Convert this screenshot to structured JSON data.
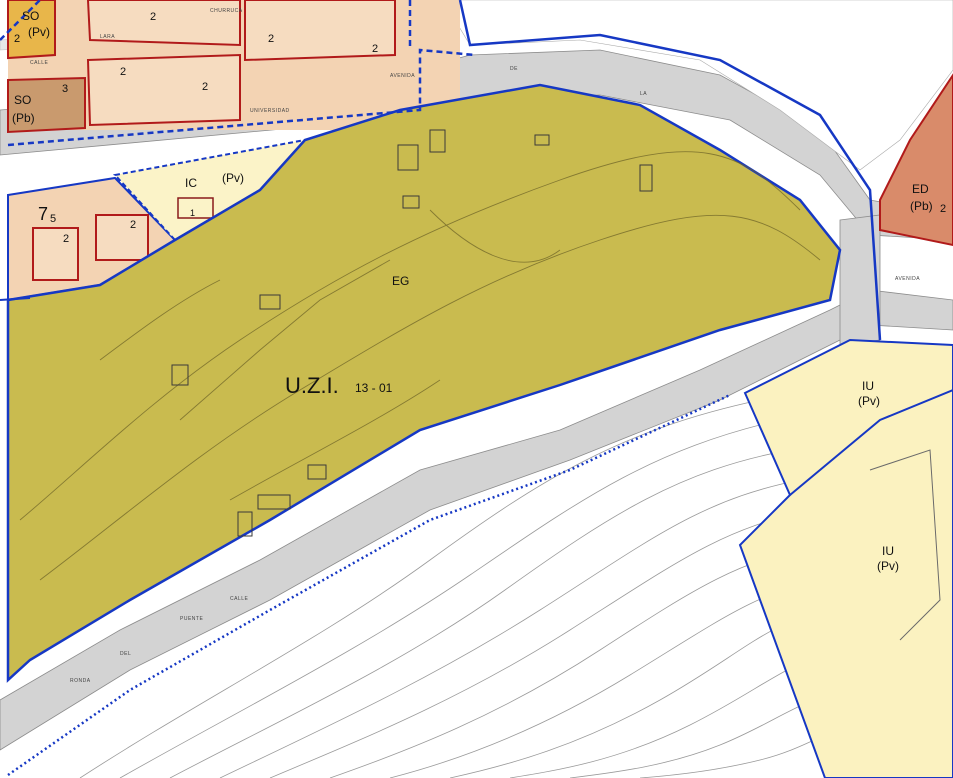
{
  "colors": {
    "eg_zone": "#c9bb4f",
    "residential": "#f3d3b3",
    "residential_dark": "#c99a6e",
    "commercial": "#fbf3c8",
    "iu_zone": "#fbf2c0",
    "ed_zone": "#d98b6a",
    "so_pv_zone": "#e8b64a",
    "road": "#cfcfcf",
    "boundary_blue": "#1638c4",
    "boundary_red": "#b11a1a"
  },
  "labels": {
    "so_pv": {
      "code": "SO",
      "sub": "(Pv)",
      "floors": "2"
    },
    "so_pb": {
      "code": "SO",
      "sub": "(Pb)",
      "floors": "3"
    },
    "block_floors": [
      "2",
      "2",
      "2",
      "2"
    ],
    "zone_7": {
      "main": "7",
      "sub": "5"
    },
    "block7_floors": [
      "2",
      "2"
    ],
    "ic": {
      "code": "IC",
      "sub": "(Pv)",
      "floors": "1"
    },
    "eg": "EG",
    "uzi": {
      "main": "U.Z.I.",
      "sub": "13 - 01"
    },
    "iu_1": {
      "code": "IU",
      "sub": "(Pv)"
    },
    "iu_2": {
      "code": "IU",
      "sub": "(Pv)"
    },
    "ed": {
      "code": "ED",
      "sub": "(Pb)",
      "floors": "2"
    }
  },
  "streets": [
    "CALLE",
    "LARA",
    "CHURRUCA",
    "AVENIDA",
    "UNIVERSIDAD",
    "LA",
    "DE",
    "PUENTE",
    "CALLE",
    "RONDA",
    "DEL",
    "AVENIDA"
  ]
}
